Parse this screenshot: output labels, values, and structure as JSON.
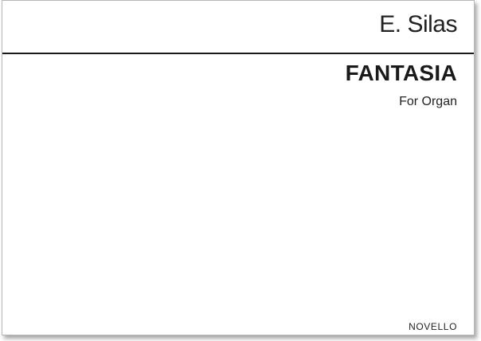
{
  "cover": {
    "composer": "E. Silas",
    "title": "FANTASIA",
    "subtitle": "For Organ",
    "publisher": "NOVELLO"
  }
}
